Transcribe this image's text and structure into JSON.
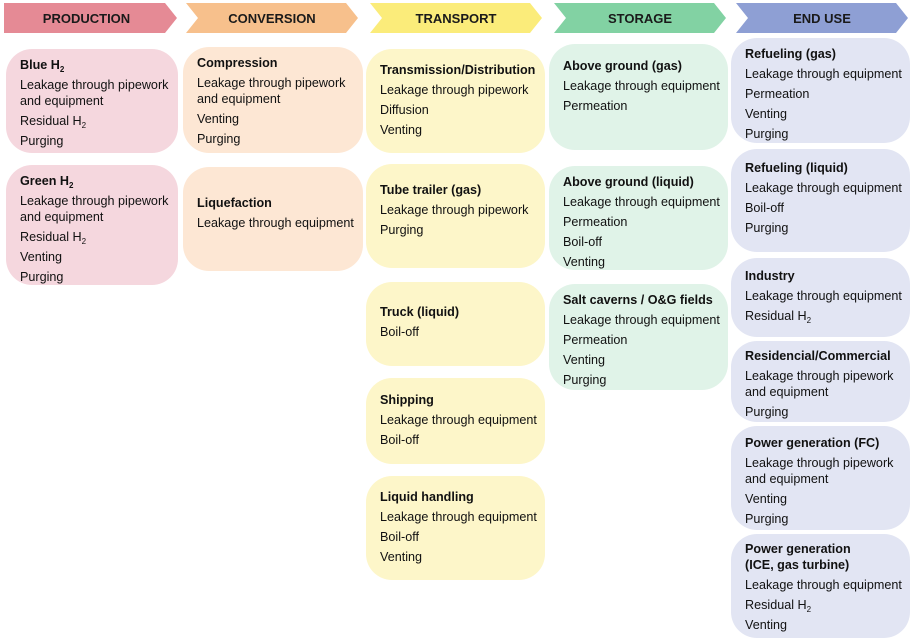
{
  "colors": {
    "production_header": "#e58a95",
    "production_card": "#f5d7de",
    "conversion_header": "#f7c08c",
    "conversion_card": "#fde7d4",
    "transport_header": "#fbec7a",
    "transport_card": "#fdf6c9",
    "storage_header": "#82d2a3",
    "storage_card": "#e0f3e8",
    "enduse_header": "#8e9fd4",
    "enduse_card": "#e2e5f3"
  },
  "headers": {
    "production": "PRODUCTION",
    "conversion": "CONVERSION",
    "transport": "TRANSPORT",
    "storage": "STORAGE",
    "end_use": "END USE"
  },
  "cards": {
    "blue_h2": {
      "title": "Blue H",
      "sub": "2",
      "items": [
        "Leakage through pipework and equipment",
        "Residual H",
        "Purging"
      ],
      "item2_sub": "2"
    },
    "green_h2": {
      "title": "Green H",
      "sub": "2",
      "items": [
        "Leakage through pipework and equipment",
        "Residual H",
        "Venting",
        "Purging"
      ],
      "item2_sub": "2"
    },
    "compression": {
      "title": "Compression",
      "items": [
        "Leakage through pipework and equipment",
        "Venting",
        "Purging"
      ]
    },
    "liquefaction": {
      "title": "Liquefaction",
      "items": [
        "Leakage through equipment"
      ]
    },
    "transmission": {
      "title": "Transmission/Distribution",
      "items": [
        "Leakage through pipework",
        "Diffusion",
        "Venting"
      ]
    },
    "tube_trailer": {
      "title": "Tube trailer (gas)",
      "items": [
        "Leakage through pipework",
        "Purging"
      ]
    },
    "truck": {
      "title": "Truck (liquid)",
      "items": [
        "Boil-off"
      ]
    },
    "shipping": {
      "title": "Shipping",
      "items": [
        "Leakage through equipment",
        "Boil-off"
      ]
    },
    "liquid_handling": {
      "title": "Liquid handling",
      "items": [
        "Leakage through equipment",
        "Boil-off",
        "Venting"
      ]
    },
    "above_gas": {
      "title": "Above ground (gas)",
      "items": [
        "Leakage through equipment",
        "Permeation"
      ]
    },
    "above_liquid": {
      "title": "Above ground (liquid)",
      "items": [
        "Leakage through equipment",
        "Permeation",
        "Boil-off",
        "Venting"
      ]
    },
    "salt_caverns": {
      "title": "Salt caverns / O&G fields",
      "items": [
        "Leakage through equipment",
        "Permeation",
        "Venting",
        "Purging"
      ]
    },
    "refuel_gas": {
      "title": "Refueling (gas)",
      "items": [
        "Leakage through equipment",
        "Permeation",
        "Venting",
        "Purging"
      ]
    },
    "refuel_liquid": {
      "title": "Refueling (liquid)",
      "items": [
        "Leakage through equipment",
        "Boil-off",
        "Purging"
      ]
    },
    "industry": {
      "title": "Industry",
      "items": [
        "Leakage through equipment",
        "Residual H"
      ],
      "item1_sub": "2"
    },
    "residencial": {
      "title": "Residencial/Commercial",
      "items": [
        "Leakage through pipework and equipment",
        "Purging"
      ]
    },
    "power_fc": {
      "title": "Power generation (FC)",
      "items": [
        "Leakage through pipework and equipment",
        "Venting",
        "Purging"
      ]
    },
    "power_ice": {
      "title": "Power generation (ICE, gas turbine)",
      "items": [
        "Leakage through equipment",
        "Residual H",
        "Venting"
      ],
      "item1_sub": "2"
    }
  }
}
